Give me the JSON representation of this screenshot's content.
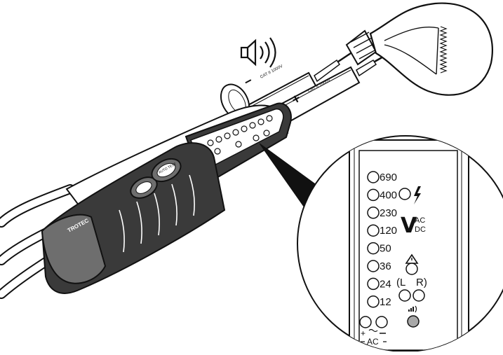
{
  "probe": {
    "brand": "TROTEC",
    "cat_label_black": "CAT II 1000V",
    "cat_label_red": "CAT II 1000V",
    "minus_sign": "−",
    "plus_sign": "+",
    "button_label": "AUTO TEST"
  },
  "panel": {
    "voltage_levels": [
      "690",
      "400",
      "230",
      "120",
      "50",
      "36",
      "24",
      "12"
    ],
    "volt_symbol": "V",
    "ac": "AC",
    "dc": "DC",
    "left_label": "(L",
    "right_label": "R)",
    "polarity_label": "+",
    "polarity_ac_label": "AC"
  },
  "icons": {
    "speaker": "speaker-icon",
    "lamp": "light-bulb-icon",
    "lightning": "lightning-icon",
    "warning": "warning-triangle-icon",
    "vibration": "vibration-icon"
  },
  "colors": {
    "ink": "#111111",
    "body_dark": "#3a3a3a",
    "body_mid": "#6e6e6e",
    "led_fill": "#ffffff",
    "led_grey": "#a8a8a8"
  }
}
